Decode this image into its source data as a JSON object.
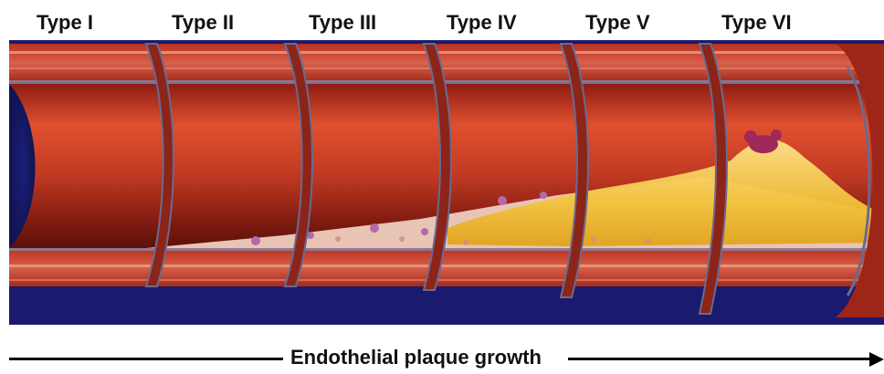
{
  "stages": [
    {
      "label": "Type I"
    },
    {
      "label": "Type II"
    },
    {
      "label": "Type III"
    },
    {
      "label": "Type IV"
    },
    {
      "label": "Type V"
    },
    {
      "label": "Type VI"
    }
  ],
  "axis": {
    "label": "Endothelial plaque growth"
  },
  "colors": {
    "background": "#1a1a6e",
    "lumen": "#c8301f",
    "wall": "#a8281c",
    "intima": "#e7c6b7",
    "lipid_core": "#f3c63c",
    "foam_cells": "#b46aa8"
  }
}
